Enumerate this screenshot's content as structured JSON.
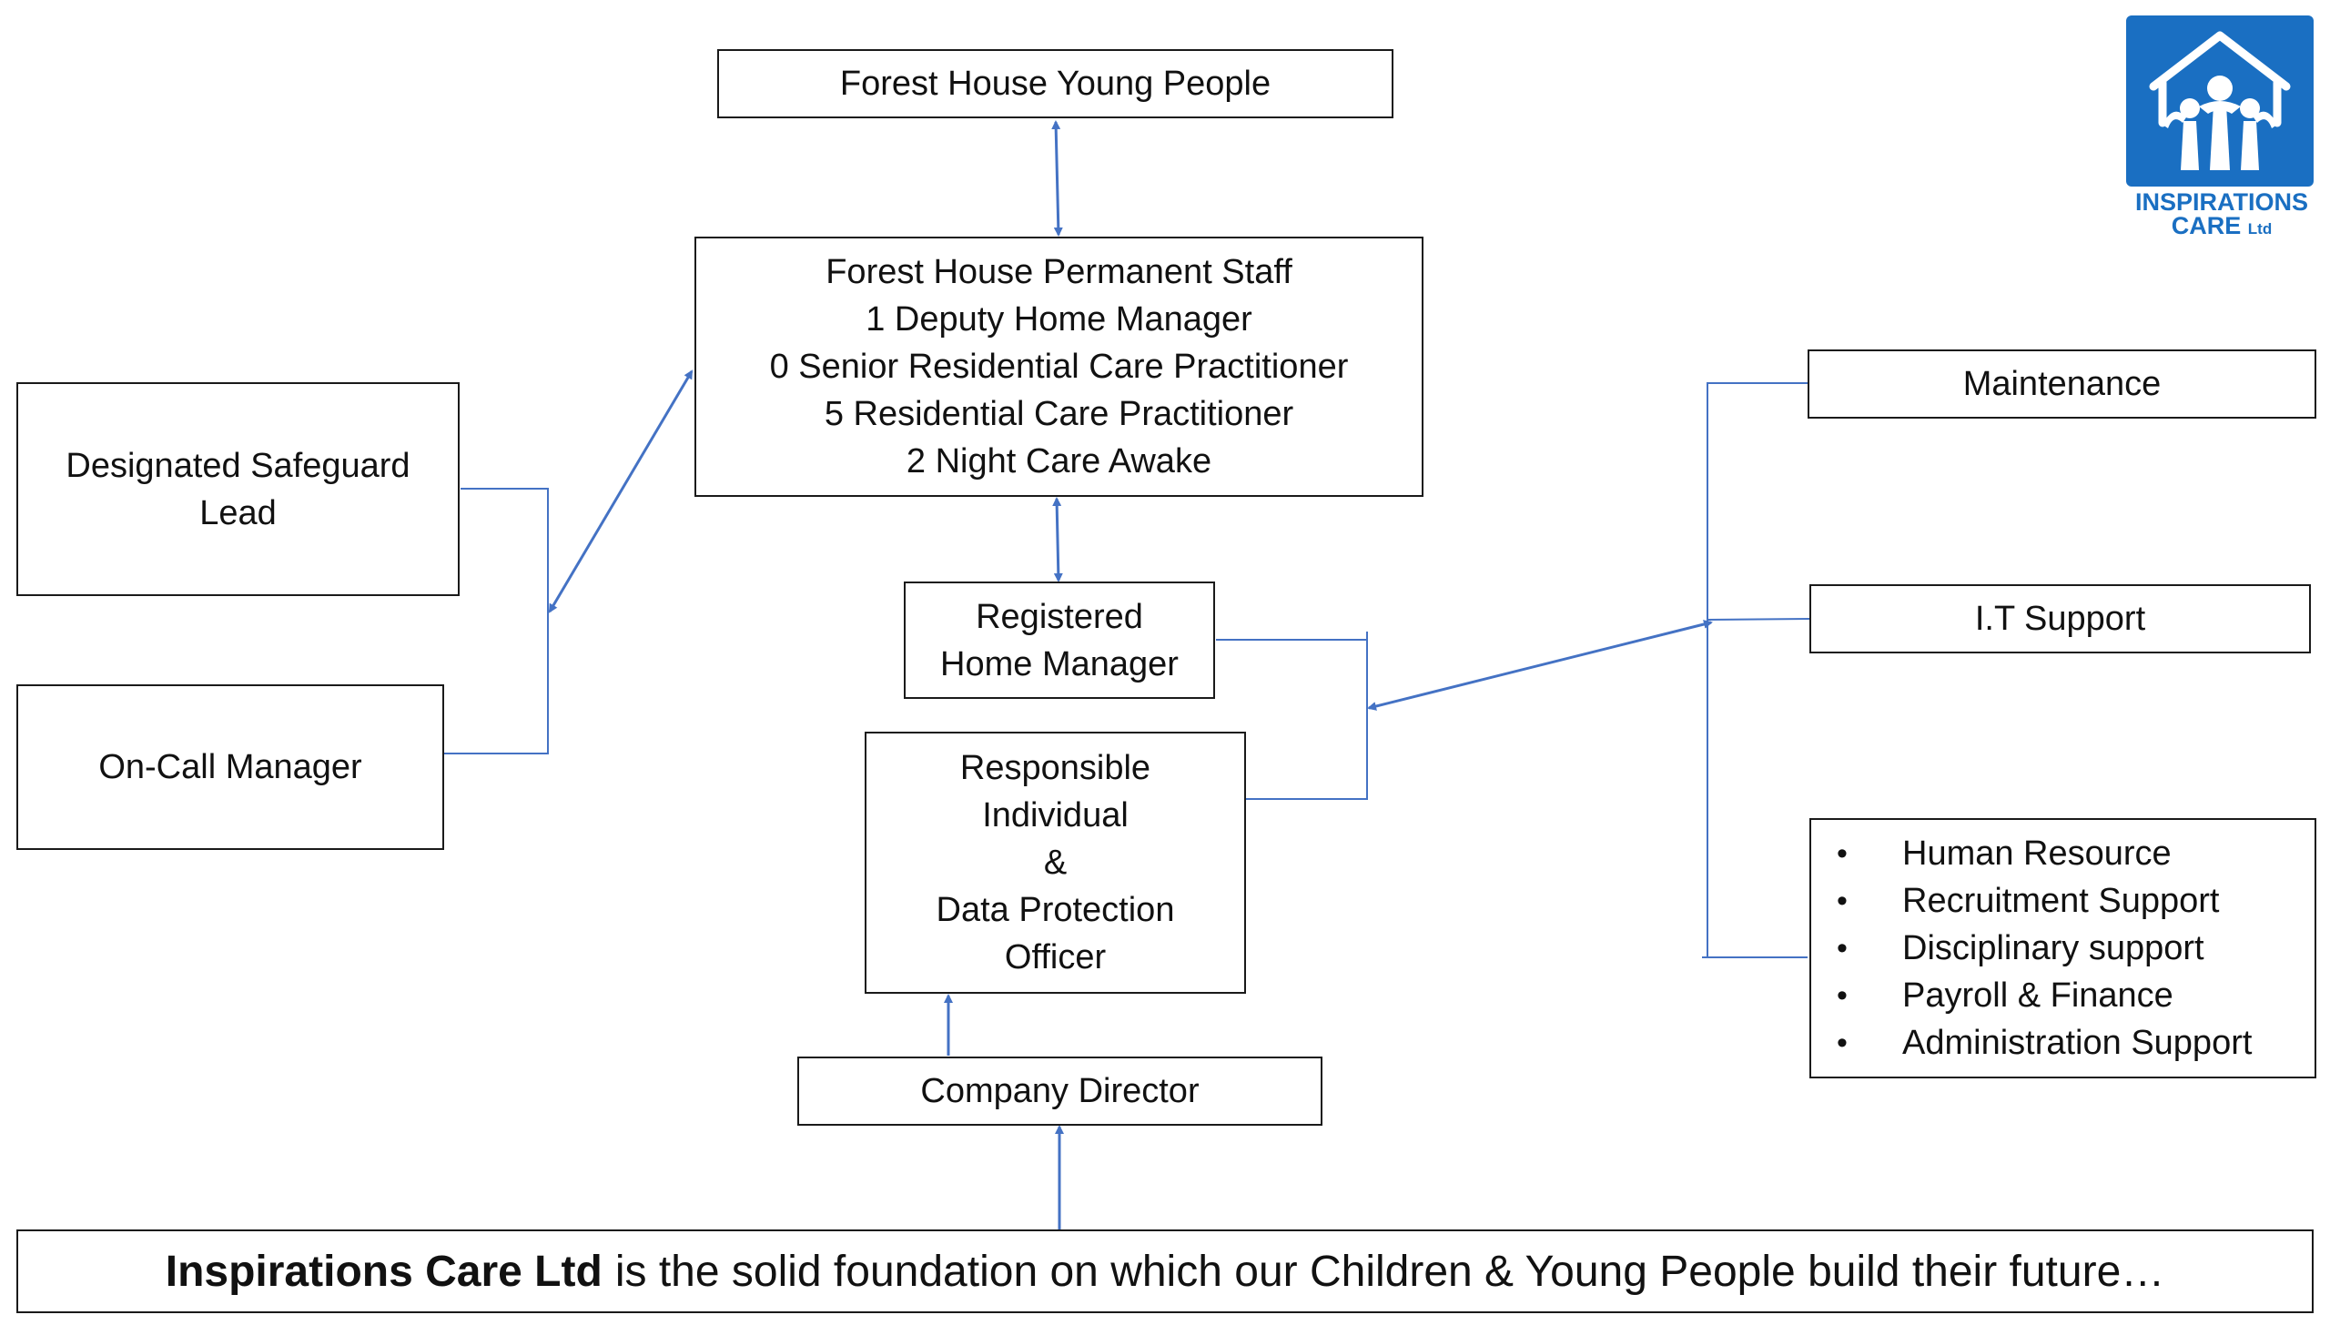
{
  "boxes": {
    "young_people": "Forest House  Young People",
    "permanent_staff": [
      "Forest House Permanent Staff",
      "1 Deputy Home Manager",
      "0 Senior Residential Care Practitioner",
      "5 Residential Care Practitioner",
      "2 Night Care Awake"
    ],
    "safeguard_lead": [
      "Designated Safeguard",
      "Lead"
    ],
    "on_call": "On-Call Manager",
    "registered_manager": [
      "Registered",
      "Home Manager"
    ],
    "responsible_individual": [
      "Responsible",
      "Individual",
      "&",
      "Data Protection",
      "Officer"
    ],
    "company_director": "Company Director",
    "maintenance": "Maintenance",
    "it_support": "I.T Support",
    "support_services": [
      "Human Resource",
      "Recruitment Support",
      "Disciplinary support",
      "Payroll & Finance",
      "Administration Support"
    ]
  },
  "footer": {
    "bold": "Inspirations Care Ltd",
    "rest": "is the solid foundation on which our Children & Young People build their future…"
  },
  "logo": {
    "line1": "INSPIRATIONS",
    "line2": "CARE",
    "suffix": "Ltd",
    "icon": "house-with-people-icon"
  },
  "colors": {
    "connector": "#4472c4",
    "logo_blue": "#1a6fc2"
  }
}
